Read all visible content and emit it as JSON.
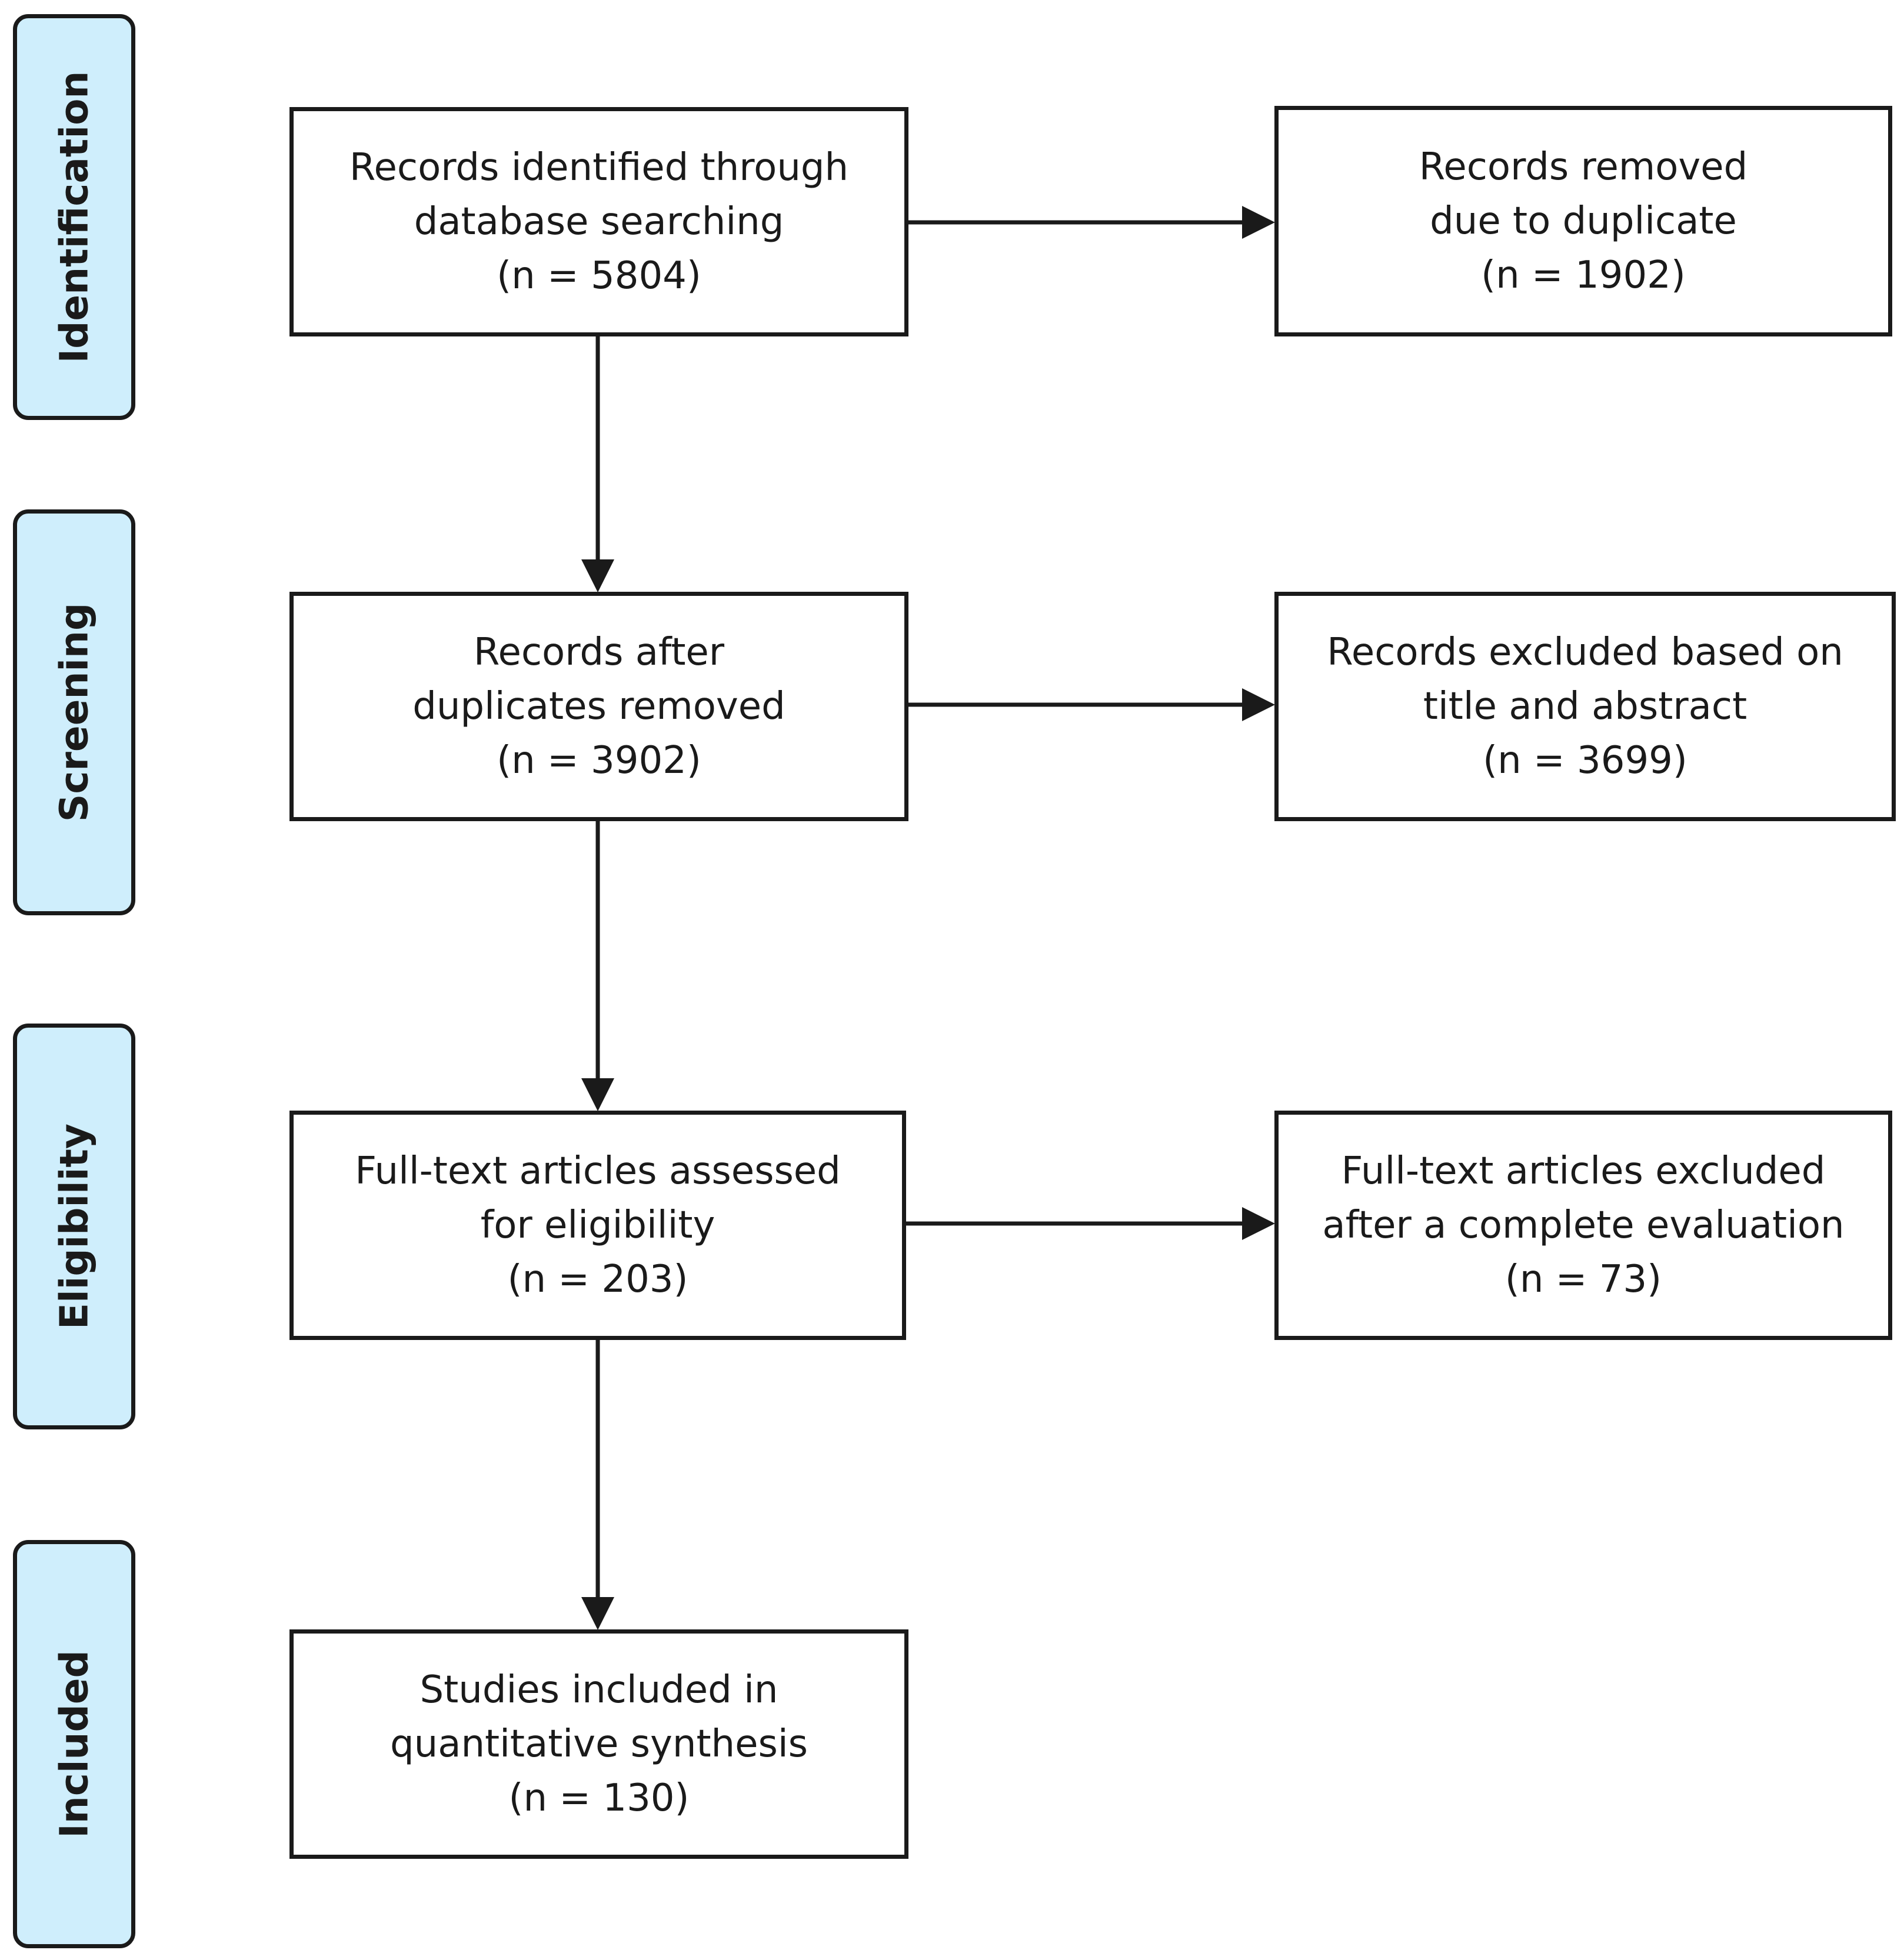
{
  "stages": {
    "identification": "Identification",
    "screening": "Screening",
    "eligibility": "Eligibility",
    "included": "Included"
  },
  "boxes": {
    "records_identified": {
      "line1": "Records identified through",
      "line2": "database searching",
      "count": "(n = 5804)"
    },
    "records_removed": {
      "line1": "Records removed",
      "line2": "due to duplicate",
      "count": "(n = 1902)"
    },
    "records_after_duplicates": {
      "line1": "Records after",
      "line2": "duplicates removed",
      "count": "(n = 3902)"
    },
    "records_excluded": {
      "line1": "Records excluded based on",
      "line2": "title and abstract",
      "count": "(n = 3699)"
    },
    "fulltext_assessed": {
      "line1": "Full-text articles assessed",
      "line2": "for eligibility",
      "count": "(n = 203)"
    },
    "fulltext_excluded": {
      "line1": "Full-text articles excluded",
      "line2": "after a complete evaluation",
      "count": "(n = 73)"
    },
    "studies_included": {
      "line1": "Studies included in",
      "line2": "quantitative synthesis",
      "count": "(n = 130)"
    }
  },
  "colors": {
    "stage_fill": "#cfeefc",
    "stroke": "#1a1a1a",
    "box_fill": "#ffffff"
  }
}
